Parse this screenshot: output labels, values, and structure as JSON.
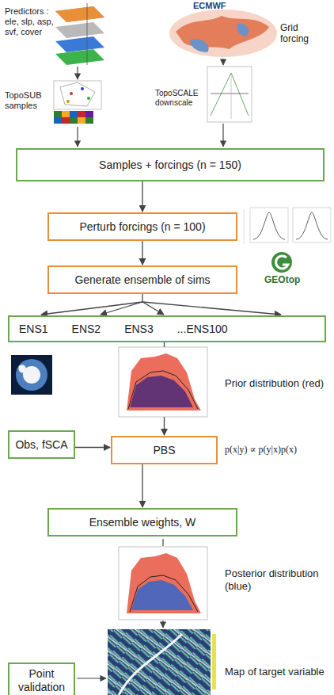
{
  "diagram": {
    "nodes": [
      {
        "text": [
          "Samples + forcings (n = 150)"
        ]
      },
      {
        "text": [
          "Perturb forcings (n = 100)"
        ]
      },
      {
        "text": [
          "Generate ensemble of sims"
        ]
      },
      {
        "text": [
          "ENS1",
          "ENS2",
          "ENS3",
          "...ENS100"
        ]
      },
      {
        "text": [
          "Obs, fSCA"
        ]
      },
      {
        "text": [
          "PBS"
        ]
      },
      {
        "text": [
          "Ensemble weights, W"
        ]
      },
      {
        "text": [
          "Point validation"
        ]
      }
    ],
    "edges": [
      {
        "from": 0,
        "to": 1,
        "arrow": "to"
      },
      {
        "from": 1,
        "to": 2,
        "arrow": "to"
      },
      {
        "from": 2,
        "to": 3,
        "arrow": "to"
      },
      {
        "from": 3,
        "to": 5,
        "arrow": "to"
      },
      {
        "from": 4,
        "to": 5,
        "arrow": "to"
      },
      {
        "from": 5,
        "to": 6,
        "arrow": "to"
      }
    ],
    "labels": [
      "Predictors : ele, slp, asp, svf, cover",
      "TopoSUB samples",
      "ECMWF",
      "Grid forcing",
      "TopoSCALE downscale",
      "GEOtop",
      "Prior distribution (red)",
      "p(x|y) ∝ p(y|x)p(x)",
      "Posterior distribution (blue)",
      "Map of target variable"
    ]
  }
}
